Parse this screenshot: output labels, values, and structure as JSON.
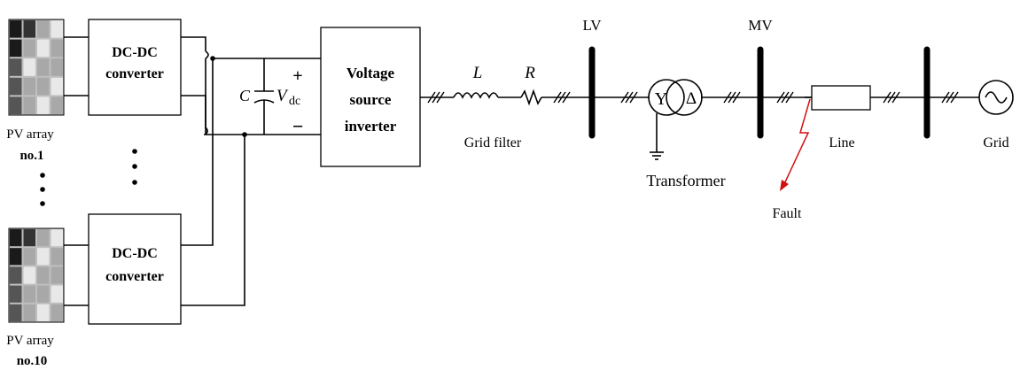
{
  "pv_arrays": [
    {
      "label_line1": "PV array",
      "label_line2": "no.1"
    },
    {
      "label_line1": "PV array",
      "label_line2": "no.10"
    }
  ],
  "dc_dc_converters": [
    {
      "line1": "DC-DC",
      "line2": "converter"
    },
    {
      "line1": "DC-DC",
      "line2": "converter"
    }
  ],
  "dc_link": {
    "capacitor_label": "C",
    "voltage_symbol": "V",
    "voltage_subscript": "dc",
    "plus": "+",
    "minus": "−"
  },
  "inverter": {
    "line1": "Voltage",
    "line2": "source",
    "line3": "inverter"
  },
  "grid_filter": {
    "inductor_label": "L",
    "resistor_label": "R",
    "caption": "Grid filter"
  },
  "buses": {
    "lv_label": "LV",
    "mv_label": "MV"
  },
  "transformer": {
    "primary_symbol": "Y",
    "secondary_symbol": "Δ",
    "caption": "Transformer"
  },
  "line": {
    "caption": "Line"
  },
  "fault": {
    "caption": "Fault",
    "color": "#d01010"
  },
  "grid": {
    "caption": "Grid"
  }
}
